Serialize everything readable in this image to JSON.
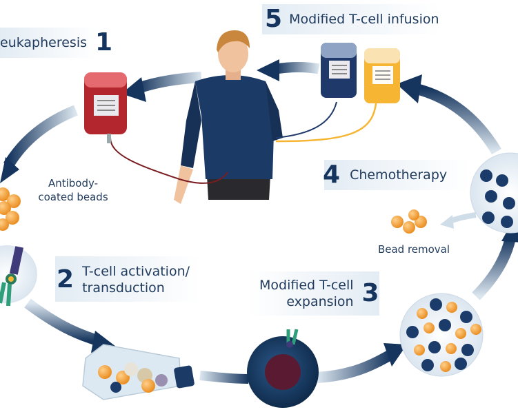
{
  "steps": {
    "leukapheresis": {
      "number": "1",
      "label": "eukapheresis"
    },
    "activation": {
      "number": "2",
      "label_line1": "T-cell activation/",
      "label_line2": "transduction"
    },
    "expansion": {
      "number": "3",
      "label_line1": "Modified T-cell",
      "label_line2": "expansion"
    },
    "chemotherapy": {
      "number": "4",
      "label": "Chemotherapy"
    },
    "infusion": {
      "number": "5",
      "label": "Modified T-cell infusion"
    }
  },
  "captions": {
    "beads_line1": "Antibody-",
    "beads_line2": "coated beads",
    "bead_removal": "Bead removal"
  },
  "colors": {
    "arrow_dark": "#16355e",
    "arrow_light": "#dbe6ef",
    "banner_bg": "#e6eef5",
    "blood_bag": "#b3262e",
    "blue_bag": "#1f3a6a",
    "yellow_bag": "#f6b634",
    "bead": "#f49a2a",
    "tcell": "#1b3c6b",
    "shirt": "#1c3a66",
    "skin": "#f0c29e",
    "hair": "#c8873d"
  },
  "icons": {
    "patient": "patient-icon",
    "blood_bag": "blood-bag-icon",
    "infusion_bags": "infusion-bags-icon",
    "beads": "antibody-beads-icon",
    "receptor": "receptor-icon",
    "flask": "culture-flask-icon",
    "cell": "modified-t-cell-icon",
    "cell_culture": "cell-culture-icon"
  }
}
